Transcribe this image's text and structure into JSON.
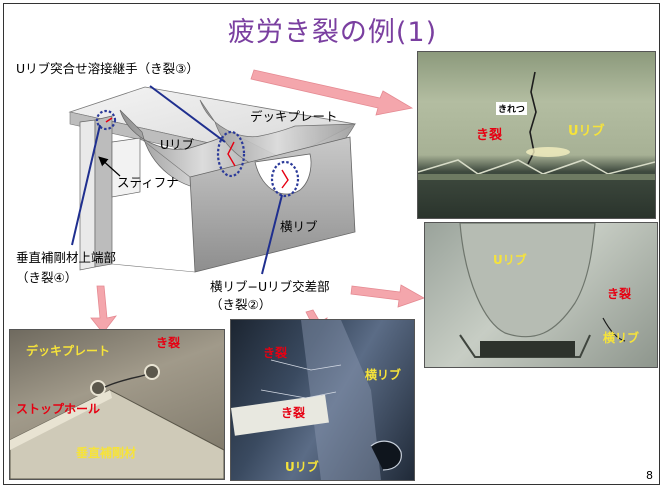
{
  "slide": {
    "title": "疲労き裂の例(1)",
    "page_number": "8"
  },
  "diagram": {
    "label_urib_butt_weld": "Uリブ突合せ溶接継手（き裂③）",
    "label_deck_plate": "デッキプレート",
    "label_urib": "Uリブ",
    "label_stiffener": "スティフナ",
    "label_cross_rib": "横リブ",
    "label_vertical_stiffener_line1": "垂直補剛材上端部",
    "label_vertical_stiffener_line2": "（き裂④）",
    "label_intersection_line1": "横リブ−Uリブ交差部",
    "label_intersection_line2": "（き裂②）"
  },
  "photo1": {
    "tag_crack_jp": "きれつ",
    "label_crack": "き裂",
    "label_urib": "Uリブ"
  },
  "photo2": {
    "label_urib": "Uリブ",
    "label_crack": "き裂",
    "label_cross_rib": "横リブ"
  },
  "photo3": {
    "label_deck_plate": "デッキプレート",
    "label_crack": "き裂",
    "label_stop_hole": "ストップホール",
    "label_vertical_stiffener": "垂直補剛材"
  },
  "photo4": {
    "label_crack_upper": "き裂",
    "label_crack_lower": "き裂",
    "label_cross_rib": "横リブ",
    "label_urib": "Uリブ"
  },
  "colors": {
    "title": "#7a3fa0",
    "photo_label_yellow": "#f6e33a",
    "photo_label_red": "#e60012",
    "callout_circle": "#2b3a9a",
    "pink_arrow": "#f4a6ac",
    "leader_line": "#1f2f8f"
  }
}
